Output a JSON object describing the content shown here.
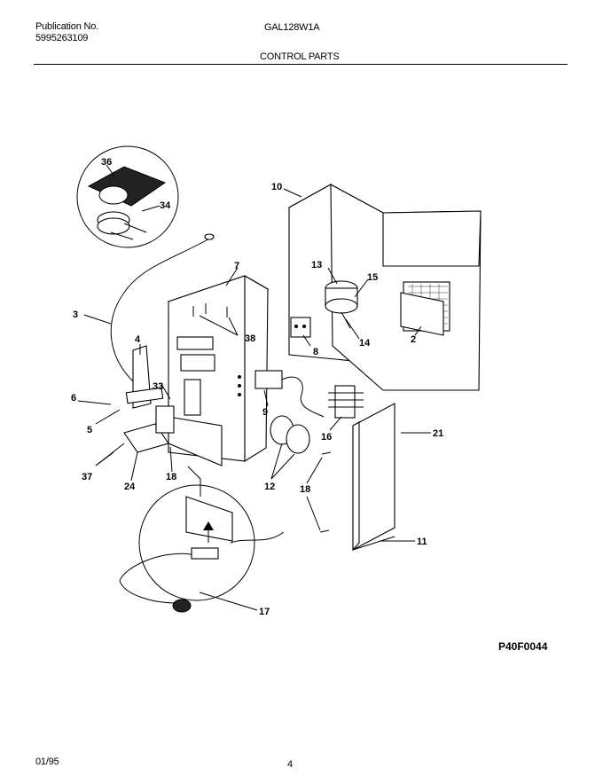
{
  "header": {
    "publication_label": "Publication No.",
    "publication_number": "5995263109",
    "model": "GAL128W1A",
    "section_title": "CONTROL PARTS"
  },
  "diagram": {
    "code": "P40F0044",
    "callouts": {
      "c36": "36",
      "c34": "34",
      "c10": "10",
      "c7": "7",
      "c13": "13",
      "c15": "15",
      "c3": "3",
      "c4": "4",
      "c38": "38",
      "c14": "14",
      "c8": "8",
      "c2": "2",
      "c33": "33",
      "c6": "6",
      "c9": "9",
      "c5": "5",
      "c16": "16",
      "c21": "21",
      "c37": "37",
      "c24": "24",
      "c18a": "18",
      "c12": "12",
      "c18b": "18",
      "c11": "11",
      "c17": "17"
    }
  },
  "footer": {
    "date": "01/95",
    "page_number": "4"
  }
}
